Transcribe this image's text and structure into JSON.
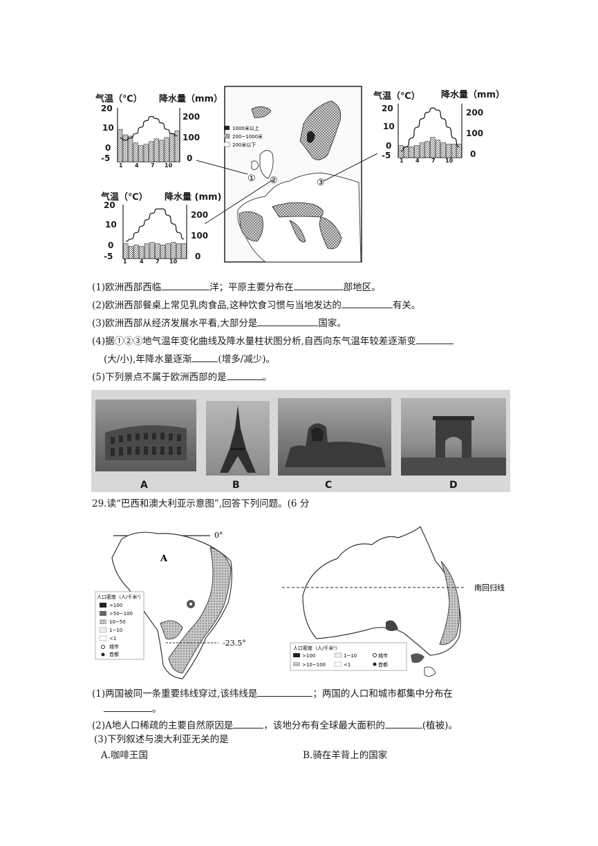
{
  "climate": {
    "temp_label": "气温（℃）",
    "precip_label": "降水量（mm）",
    "precip_label_alt": "降水量 (mm)",
    "temp_ticks": [
      "20",
      "10",
      "0",
      "-5"
    ],
    "precip_ticks": [
      "200",
      "100",
      "0"
    ],
    "month_ticks": [
      "1",
      "4",
      "7",
      "10"
    ]
  },
  "chart_data": [
    {
      "type": "bar",
      "title": "①",
      "months": [
        1,
        2,
        3,
        4,
        5,
        6,
        7,
        8,
        9,
        10,
        11,
        12
      ],
      "precip": [
        120,
        100,
        95,
        70,
        60,
        65,
        75,
        85,
        80,
        90,
        105,
        115
      ],
      "temp": [
        6,
        5,
        6,
        8,
        11,
        14,
        16,
        15,
        13,
        10,
        8,
        7
      ],
      "temp_range": [
        -5,
        20
      ],
      "precip_range": [
        0,
        200
      ]
    },
    {
      "type": "bar",
      "title": "③",
      "months": [
        1,
        2,
        3,
        4,
        5,
        6,
        7,
        8,
        9,
        10,
        11,
        12
      ],
      "precip": [
        45,
        40,
        40,
        45,
        55,
        60,
        75,
        65,
        55,
        50,
        50,
        50
      ],
      "temp": [
        -2,
        0,
        4,
        9,
        13,
        16,
        18,
        17,
        13,
        9,
        4,
        0
      ],
      "temp_range": [
        -5,
        20
      ],
      "precip_range": [
        0,
        200
      ]
    },
    {
      "type": "bar",
      "title": "②",
      "months": [
        1,
        2,
        3,
        4,
        5,
        6,
        7,
        8,
        9,
        10,
        11,
        12
      ],
      "precip": [
        55,
        45,
        50,
        45,
        55,
        60,
        55,
        50,
        55,
        60,
        55,
        55
      ],
      "temp": [
        3,
        4,
        7,
        10,
        13,
        16,
        18,
        18,
        15,
        11,
        7,
        4
      ],
      "temp_range": [
        -5,
        20
      ],
      "precip_range": [
        0,
        200
      ]
    }
  ],
  "europe_map": {
    "legend": [
      "1000米以上",
      "200~1000米",
      "200米以下"
    ],
    "markers": [
      "①",
      "②",
      "③"
    ]
  },
  "q28": {
    "l1a": "(1)欧洲西部西临",
    "l1b": "洋；平原主要分布在",
    "l1c": "部地区。",
    "l2a": "(2)欧洲西部餐桌上常见乳肉食品,这种饮食习惯与当地发达的",
    "l2b": "有关。",
    "l3a": "(3)欧洲西部从经济发展水平看,大部分是",
    "l3b": "国家。",
    "l4a": "(4)据①②③地气温年变化曲线及降水量柱状图分析,自西向东气温年较差逐渐变",
    "l4b": "(大/小),年降水量逐渐",
    "l4c": "(增多/减少)。",
    "l5": "(5)下列景点不属于欧洲西部的是",
    "l5end": "。"
  },
  "photos": [
    "A",
    "B",
    "C",
    "D"
  ],
  "q29": {
    "title": "29.读“巴西和澳大利亚示意图”,回答下列问题。(6 分",
    "l1a": "(1)两国被同一条重要纬线穿过,该纬线是",
    "l1b": "；两国的人口和城市都集中分布在",
    "l1c": "。",
    "l2a": "(2)A地人口稀疏的主要自然原因是",
    "l2b": "，该地分布有全球最大面积的",
    "l2c": "(植被)。",
    "l3": "(3)下列叙述与澳大利亚无关的是",
    "optA": "A.咖啡王国",
    "optB": "B.骑在羊背上的国家"
  },
  "brazil_map": {
    "equator": "0°",
    "tropic": "-23.5°",
    "label_A": "A",
    "legend_title": "人口密度（人/千米²）",
    "legend": [
      ">100",
      ">50~100",
      "10~50",
      "1~10",
      "<1",
      "城市",
      "首都"
    ]
  },
  "australia_map": {
    "tropic": "南回归线",
    "legend_title": "人口密度（人/千米²）",
    "legend": [
      ">100",
      "1~10",
      "城市",
      ">10~100",
      "<1",
      "首都"
    ]
  }
}
